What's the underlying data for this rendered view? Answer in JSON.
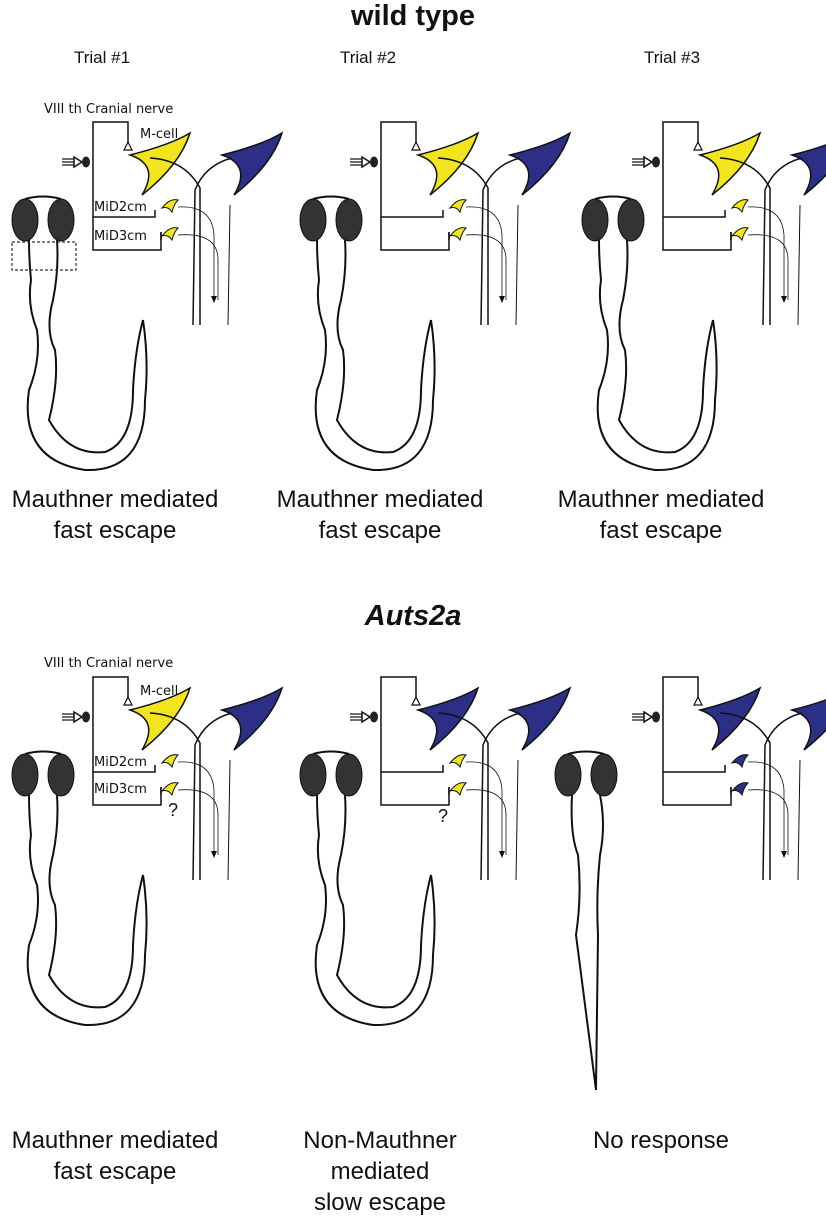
{
  "wild_type": {
    "title": "wild type",
    "trials": [
      "Trial #1",
      "Trial #2",
      "Trial #3"
    ],
    "nerve_label": "VIII th Cranial nerve",
    "mcell_label": "M-cell",
    "mid2_label": "MiD2cm",
    "mid3_label": "MiD3cm",
    "captions": [
      "Mauthner mediated\nfast escape",
      "Mauthner mediated\nfast escape",
      "Mauthner mediated\nfast escape"
    ]
  },
  "mutant": {
    "title": "Auts2a",
    "nerve_label": "VIII th Cranial nerve",
    "mcell_label": "M-cell",
    "mid2_label": "MiD2cm",
    "mid3_label": "MiD3cm",
    "question": "?",
    "captions": [
      "Mauthner mediated\nfast escape",
      "Non-Mauthner\nmediated\nslow escape",
      "No response"
    ]
  },
  "colors": {
    "active": "#f2e51f",
    "inactive": "#2b2f86",
    "eye": "#333333",
    "line": "#111111"
  }
}
